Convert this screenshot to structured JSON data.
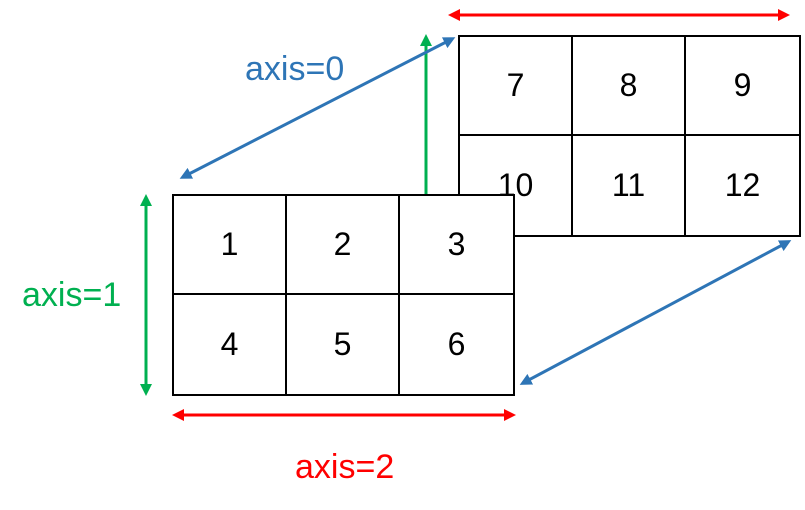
{
  "arrays": {
    "front": {
      "cells": [
        "1",
        "2",
        "3",
        "4",
        "5",
        "6"
      ]
    },
    "back": {
      "cells": [
        "7",
        "8",
        "9",
        "10",
        "11",
        "12"
      ]
    }
  },
  "axes": {
    "axis0": {
      "label": "axis=0",
      "color": "#2E75B6"
    },
    "axis1": {
      "label": "axis=1",
      "color": "#00B050"
    },
    "axis2": {
      "label": "axis=2",
      "color": "#FF0000"
    }
  }
}
